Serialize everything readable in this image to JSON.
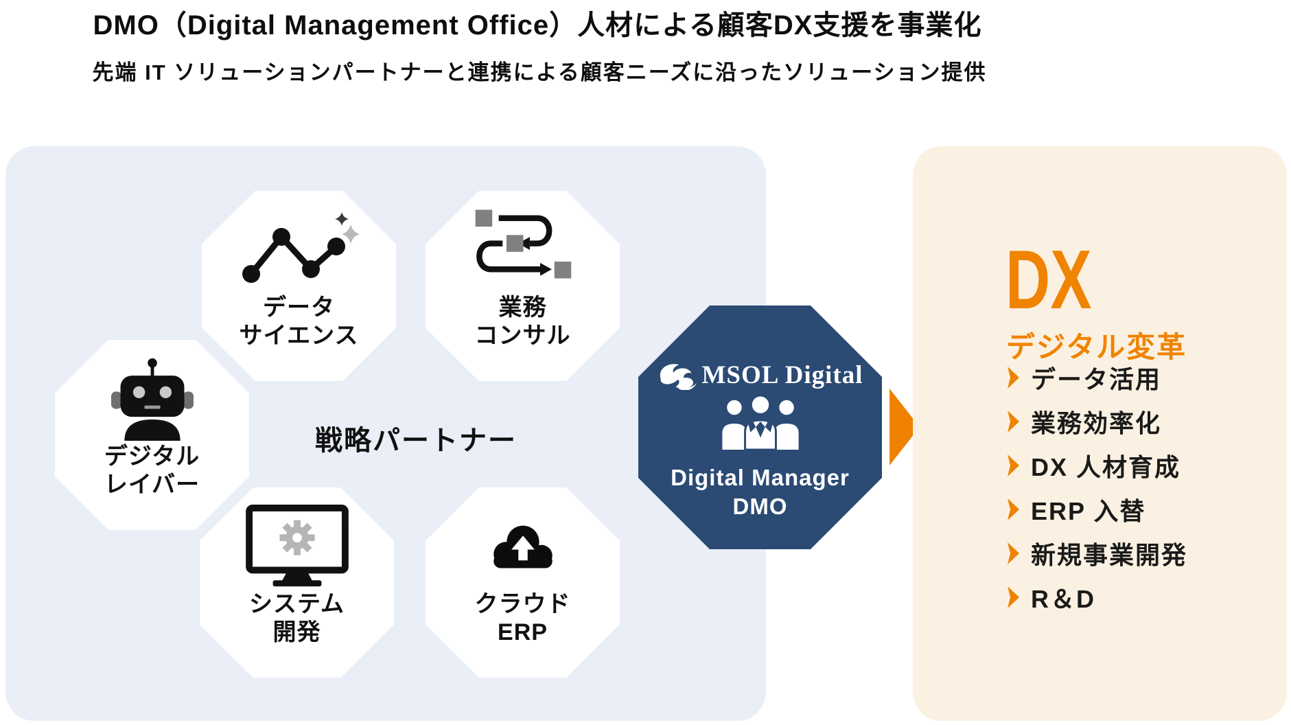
{
  "colors": {
    "accent_orange": "#f08300",
    "arrow_orange": "#ef8200",
    "octagon_navy": "#2b4a74",
    "partner_panel_blue": "#e9eef7",
    "dx_panel_cream": "#fbf1e2",
    "tile_white": "#ffffff",
    "text_black": "#111111"
  },
  "header": {
    "title": "DMO（Digital Management Office）人材による顧客DX支援を事業化",
    "subtitle": "先端 IT ソリューションパートナーと連携による顧客ニーズに沿ったソリューション提供"
  },
  "partner_panel": {
    "center_label": "戦略パートナー",
    "tiles": [
      {
        "id": "data-science",
        "icon": "line-chart-sparkles-icon",
        "label_line1": "データ",
        "label_line2": "サイエンス"
      },
      {
        "id": "business-consulting",
        "icon": "process-flow-icon",
        "label_line1": "業務",
        "label_line2": "コンサル"
      },
      {
        "id": "digital-labor",
        "icon": "robot-icon",
        "label_line1": "デジタル",
        "label_line2": "レイバー"
      },
      {
        "id": "system-development",
        "icon": "monitor-gear-icon",
        "label_line1": "システム",
        "label_line2": "開発"
      },
      {
        "id": "cloud-erp",
        "icon": "cloud-upload-icon",
        "label_line1": "クラウド",
        "label_line2": "ERP"
      }
    ]
  },
  "dmo_octagon": {
    "logo_text": "MSOL Digital",
    "people_icon": "people-group-icon",
    "line1": "Digital Manager",
    "line2": "DMO"
  },
  "dx_panel": {
    "title": "DX",
    "subtitle": "デジタル変革",
    "items": [
      "データ活用",
      "業務効率化",
      "DX 人材育成",
      "ERP 入替",
      "新規事業開発",
      "R＆D"
    ]
  }
}
